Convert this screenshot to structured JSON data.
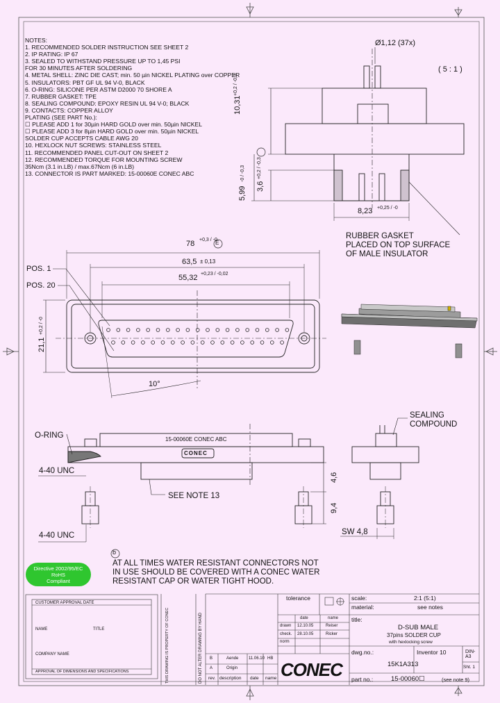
{
  "notes": {
    "title": "NOTES:",
    "lines": [
      " 1. RECOMMENDED SOLDER INSTRUCTION SEE SHEET 2",
      " 2. IP RATING: IP 67",
      " 3. SEALED TO WITHSTAND PRESSURE UP TO 1,45 PSI",
      "     FOR 30 MINUTES AFTER SOLDERING",
      " 4. METAL SHELL: ZINC DIE CAST; min. 50 µin NICKEL PLATING over COPPER",
      " 5. INSULATORS: PBT GF UL 94 V-0, BLACK",
      " 6. O-RING: SILICONE PER ASTM D2000 70 SHORE A",
      " 7. RUBBER GASKET: TPE",
      " 8. SEALING COMPOUND: EPOXY RESIN UL 94 V-0; BLACK",
      " 9. CONTACTS: COPPER ALLOY",
      "     PLATING (SEE PART No.):",
      "     ☐ PLEASE ADD 1 for 30µin HARD GOLD over min. 50µin NICKEL",
      "     ☐ PLEASE ADD 3 for 8µin HARD GOLD over min. 50µin NICKEL",
      "     SOLDER CUP ACCEPTS CABLE AWG 20",
      "10. HEXLOCK NUT SCREWS: STAINLESS STEEL",
      "11. RECOMMENDED PANEL CUT-OUT ON SHEET 2",
      "12. RECOMMENDED TORQUE FOR MOUNTING SCREW",
      "     35Ncm (3.1 in.LB) / max.67Ncm (6 in.LB)",
      "13. CONNECTOR IS PART MARKED: 15-00060E CONEC ABC"
    ]
  },
  "dims": {
    "pin_dia": "Ø1,12 (37x)",
    "scale_top": "( 5 : 1 )",
    "height_10": "10,31",
    "height_10_tol": "+0,2 / -0,3",
    "height_599": "5,99",
    "height_599_tol": "-0 / -0,3",
    "height_36": "3,6",
    "height_36_tol": "+0,2 / -0,3",
    "width_823": "8,23",
    "width_823_tol": "+0,25 / -0",
    "overall_78": "78",
    "overall_78_tol": "+0,3 / -0",
    "hole_635": "63,5",
    "hole_635_tol": "± 0,13",
    "width_5532": "55,32",
    "width_5532_tol": "+0,23 / -0,02",
    "height_211": "21,1",
    "height_211_tol": "+0,2 / -0",
    "angle": "10°",
    "nut_46": "4,6",
    "nut_94": "9,4",
    "sw": "SW 4,8",
    "unc_1": "4-40 UNC",
    "unc_2": "4-40 UNC"
  },
  "labels": {
    "pos1": "POS. 1",
    "pos20": "POS. 20",
    "gasket": [
      "RUBBER GASKET",
      "PLACED ON TOP SURFACE",
      "OF MALE INSULATOR"
    ],
    "sealing": [
      "SEALING",
      "COMPOUND"
    ],
    "oring": "O-RING",
    "see_note": "SEE NOTE 13",
    "marking": "15-00060E CONEC ABC",
    "circle_b": "b",
    "circle_e": "E",
    "warning": [
      "AT ALL TIMES WATER RESISTANT CONNECTORS NOT",
      "IN USE SHOULD BE COVERED WITH A CONEC WATER",
      "RESISTANT CAP OR WATER TIGHT HOOD."
    ]
  },
  "rohs": {
    "line1": "Directive 2002/95/EC",
    "line2": "RoHS",
    "line3": "Compliant"
  },
  "titleblock": {
    "tolerance": "tolerance",
    "scale_label": "scale:",
    "scale_value": "2:1 (5:1)",
    "material_label": "material:",
    "material_value": "see notes",
    "title_label": "title:",
    "title_1": "D-SUB MALE",
    "title_2": "37pins  SOLDER CUP",
    "title_3": "with hexlocking screw",
    "dwg_label": "dwg.no.:",
    "dwg_value": "15K1A313",
    "inventor": "Inventor 10",
    "din": "DIN-A3",
    "sht": "Sht. 1",
    "partno_label": "part no.:",
    "partno_value": "15-00060☐",
    "partno_note": "(see note 9)",
    "brand": "CONEC",
    "date_head": "date",
    "name_head": "name",
    "drawn_label": "drawn",
    "drawn_date": "12.10.05",
    "drawn_name": "Reiser",
    "check_label": "check.",
    "check_date": "28.10.05",
    "check_name": "Ricker",
    "norm_label": "norm",
    "rev_head": "rev.",
    "desc_head": "description",
    "date_head2": "date",
    "name_head2": "name",
    "rev_a": "A",
    "rev_a_desc": "Origin",
    "rev_b": "B",
    "rev_b_desc": "Aende",
    "rev_b_date": "11.06.10",
    "rev_b_name": "HB",
    "approval_title": "CUSTOMER APPROVAL DATE",
    "name_label": "NAME",
    "title_label2": "TITLE",
    "company_label": "COMPANY NAME",
    "approval_footer": "APPROVAL OF DIMENSIONS AND SPECIFICATIONS",
    "dont_alter": "DO NOT ALTER DRAWING BY HAND",
    "copyright": "THIS DRAWING IS PROPERTY OF CONEC"
  }
}
